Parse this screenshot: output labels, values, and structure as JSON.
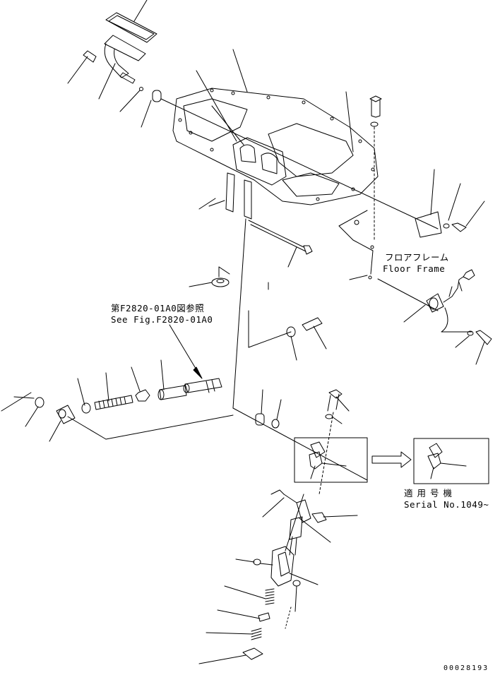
{
  "labels": {
    "floor_frame_jp": "フロアフレーム",
    "floor_frame_en": "Floor Frame",
    "see_fig_jp": "第F2820-01A0図参照",
    "see_fig_en": "See Fig.F2820-01A0",
    "applicable_jp": "適用号機",
    "serial_no": "Serial No.1049~",
    "drawing_number": "00028193"
  }
}
